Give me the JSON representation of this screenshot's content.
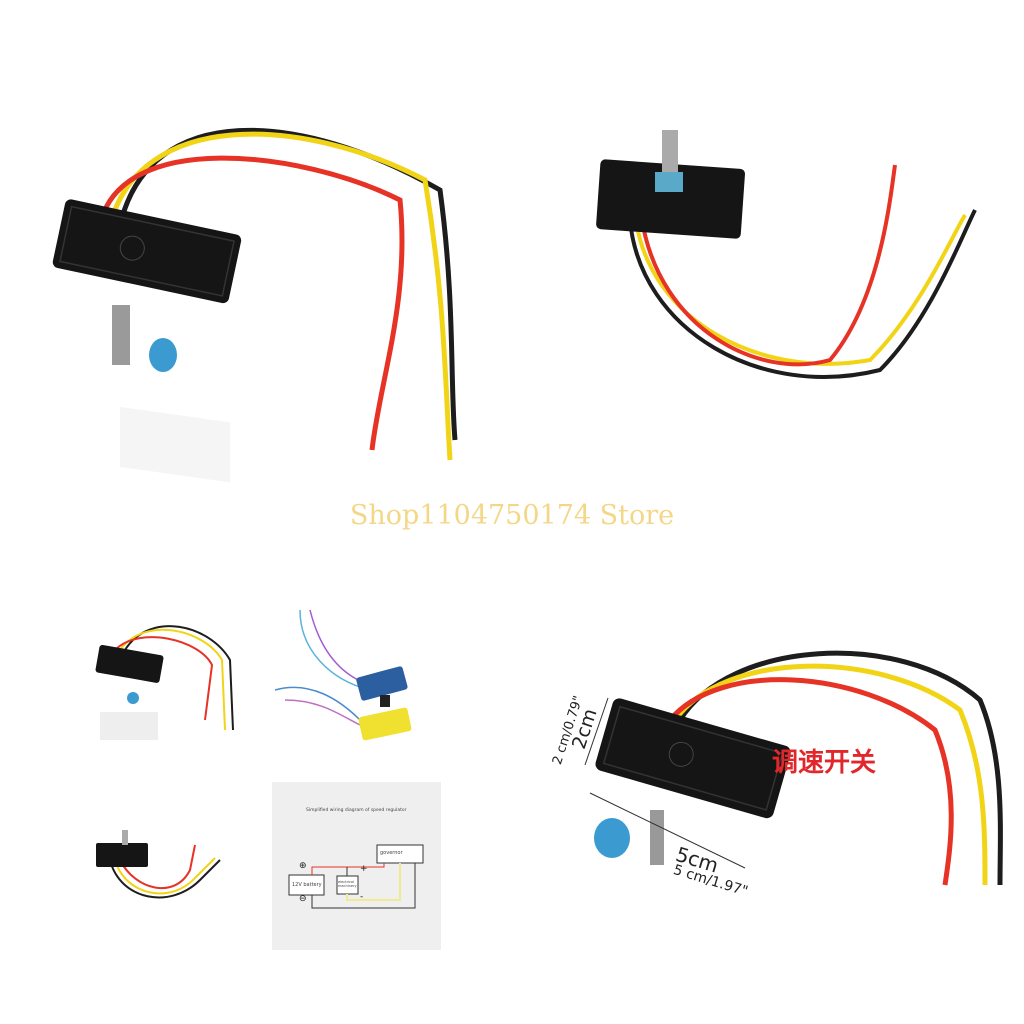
{
  "watermark": "Shop1104750174 Store",
  "colors": {
    "wire_red": "#e63325",
    "wire_yellow": "#f2d417",
    "wire_black": "#1d1d1d",
    "module": "#151515",
    "knob": "#3b9bd0",
    "label_red": "#e0282c"
  },
  "dimension_panel": {
    "label": "调速开关",
    "length_main": "5cm",
    "length_sub": "5 cm/1.97\"",
    "width_main": "2cm",
    "width_sub": "2 cm/0.79\""
  },
  "wiring_diagram": {
    "title": "Simplified wiring diagram of speed regulator",
    "governor": "governor",
    "battery": "12V battery",
    "motor": "electrical machinery",
    "plus": "+",
    "minus": "-",
    "battery_plus": "⊕",
    "battery_minus": "⊖"
  }
}
